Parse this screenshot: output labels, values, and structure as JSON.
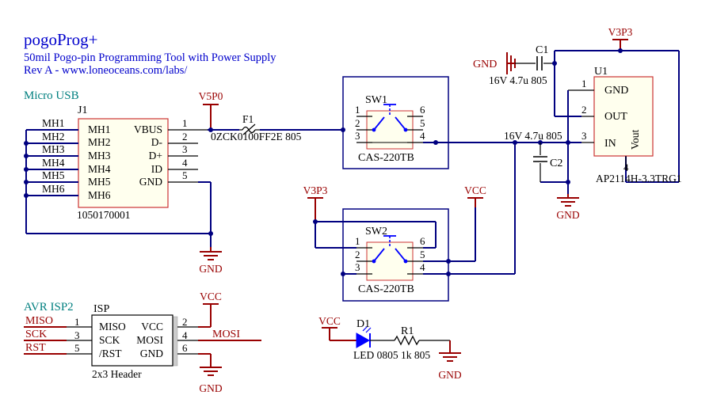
{
  "title": {
    "main": "pogoProg+",
    "subtitle": "50mil Pogo-pin Programming Tool with Power Supply",
    "rev": "Rev A - www.loneoceans.com/labs/"
  },
  "colors": {
    "wire": "#000080",
    "power": "#990000",
    "title": "#0000cc",
    "section": "#007f7f",
    "body_fill": "#ffffee",
    "body_stroke": "#cc3333"
  },
  "usb": {
    "section_label": "Micro USB",
    "ref": "J1",
    "part": "1050170001",
    "mh_nets": [
      "MH1",
      "MH2",
      "MH3",
      "MH4",
      "MH5",
      "MH6"
    ],
    "left_pins": [
      "MH1",
      "MH2",
      "MH3",
      "MH4",
      "MH5",
      "MH6"
    ],
    "right_pins": [
      "VBUS",
      "D-",
      "D+",
      "ID",
      "GND"
    ],
    "pin_numbers": [
      "1",
      "2",
      "3",
      "4",
      "5"
    ],
    "power_label": "V5P0",
    "gnd_label": "GND"
  },
  "fuse": {
    "ref": "F1",
    "value": "0ZCK0100FF2E 805"
  },
  "sw1": {
    "ref": "SW1",
    "part": "CAS-220TB",
    "pins": [
      "1",
      "2",
      "3",
      "4",
      "5",
      "6"
    ]
  },
  "sw2": {
    "ref": "SW2",
    "part": "CAS-220TB",
    "pins": [
      "1",
      "2",
      "3",
      "4",
      "5",
      "6"
    ],
    "v3p3_label": "V3P3",
    "vcc_label": "VCC"
  },
  "c1": {
    "ref": "C1",
    "value": "16V 4.7u 805",
    "gnd_label": "GND"
  },
  "c2": {
    "ref": "C2",
    "value": "16V 4.7u 805"
  },
  "u1": {
    "ref": "U1",
    "part": "AP2114H-3.3TRG1",
    "pins": [
      "GND",
      "OUT",
      "IN",
      "Vout"
    ],
    "pin_numbers": [
      "1",
      "2",
      "3",
      "4"
    ],
    "power_label": "V3P3",
    "gnd_label": "GND"
  },
  "isp": {
    "section_label": "AVR ISP2",
    "ref": "ISP",
    "part": "2x3 Header",
    "left_nets": [
      "MISO",
      "SCK",
      "RST"
    ],
    "left_pin_numbers": [
      "1",
      "3",
      "5"
    ],
    "right_pin_numbers": [
      "2",
      "4",
      "6"
    ],
    "inner_pins": [
      "MISO",
      "SCK",
      "/RST",
      "VCC",
      "MOSI",
      "GND"
    ],
    "mosi_net": "MOSI",
    "vcc_label": "VCC",
    "gnd_label": "GND"
  },
  "led": {
    "ref": "D1",
    "value": "LED 0805",
    "vcc_label": "VCC"
  },
  "r1": {
    "ref": "R1",
    "value": "1k 805",
    "gnd_label": "GND"
  }
}
